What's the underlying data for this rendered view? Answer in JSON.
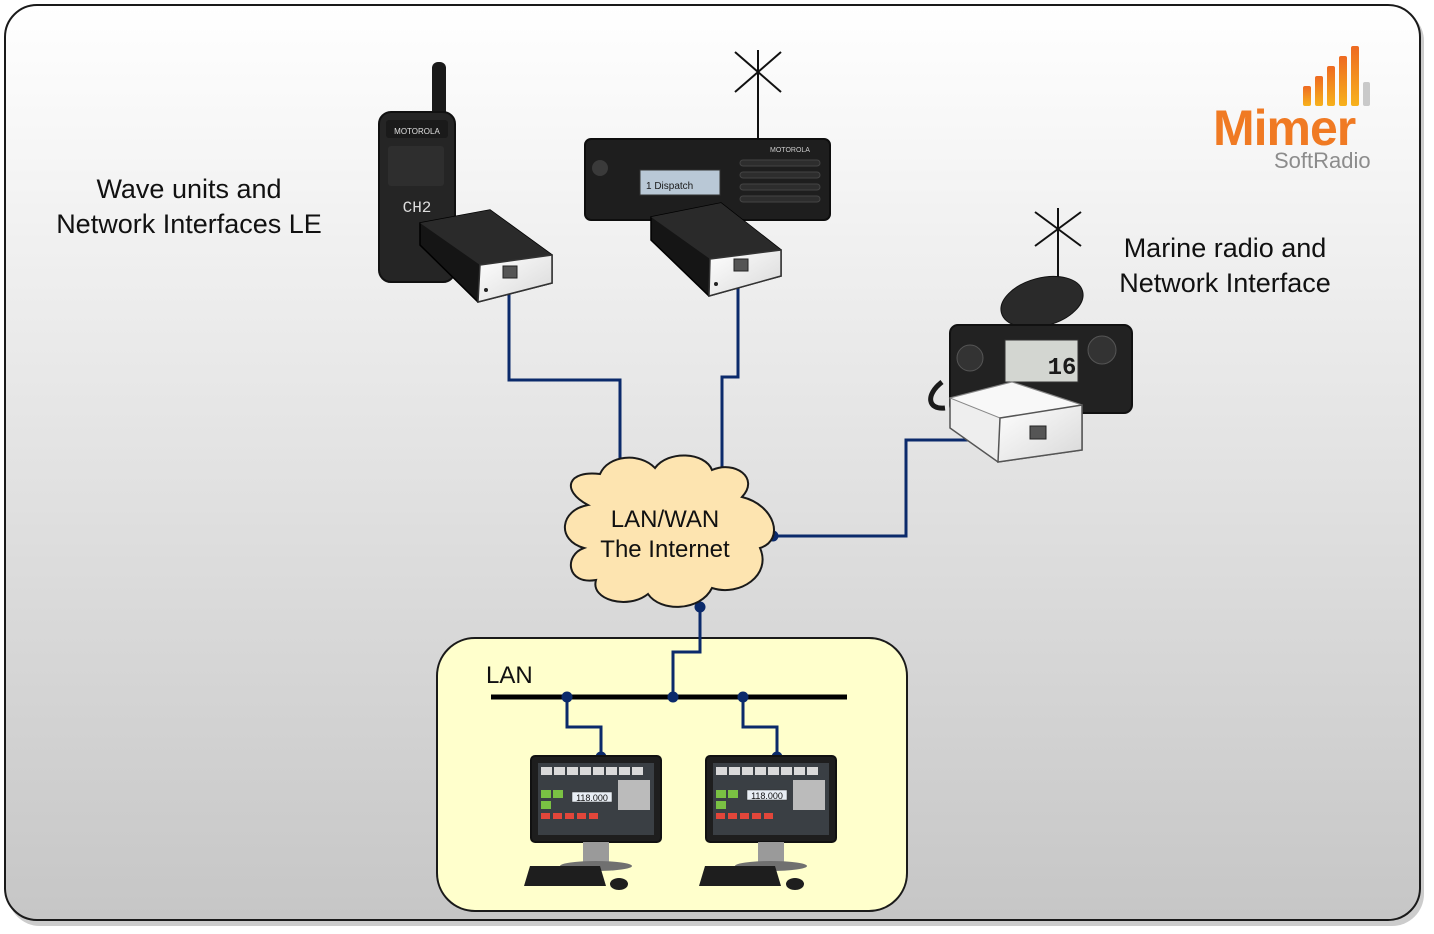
{
  "labels": {
    "wave_line1": "Wave units and",
    "wave_line2": "Network Interfaces LE",
    "marine_line1": "Marine radio and",
    "marine_line2": "Network Interface",
    "cloud_line1": "LAN/WAN",
    "cloud_line2": "The Internet",
    "lan": "LAN"
  },
  "logo": {
    "name": "Mimer",
    "subtitle": "SoftRadio"
  },
  "device_text": {
    "handheld_brand": "MOTOROLA",
    "handheld_channel": "CH2",
    "mobile_brand": "MOTOROLA",
    "mobile_display": "1 Dispatch",
    "marine_channel": "16",
    "console_freq": "118.000"
  },
  "colors": {
    "background_top": "#ffffff",
    "background_bottom": "#c6c6c6",
    "link": "#0b2a6b",
    "cloud_fill": "#fde4b0",
    "lan_box_fill": "#ffffcc",
    "logo_orange": "#f07a23"
  }
}
